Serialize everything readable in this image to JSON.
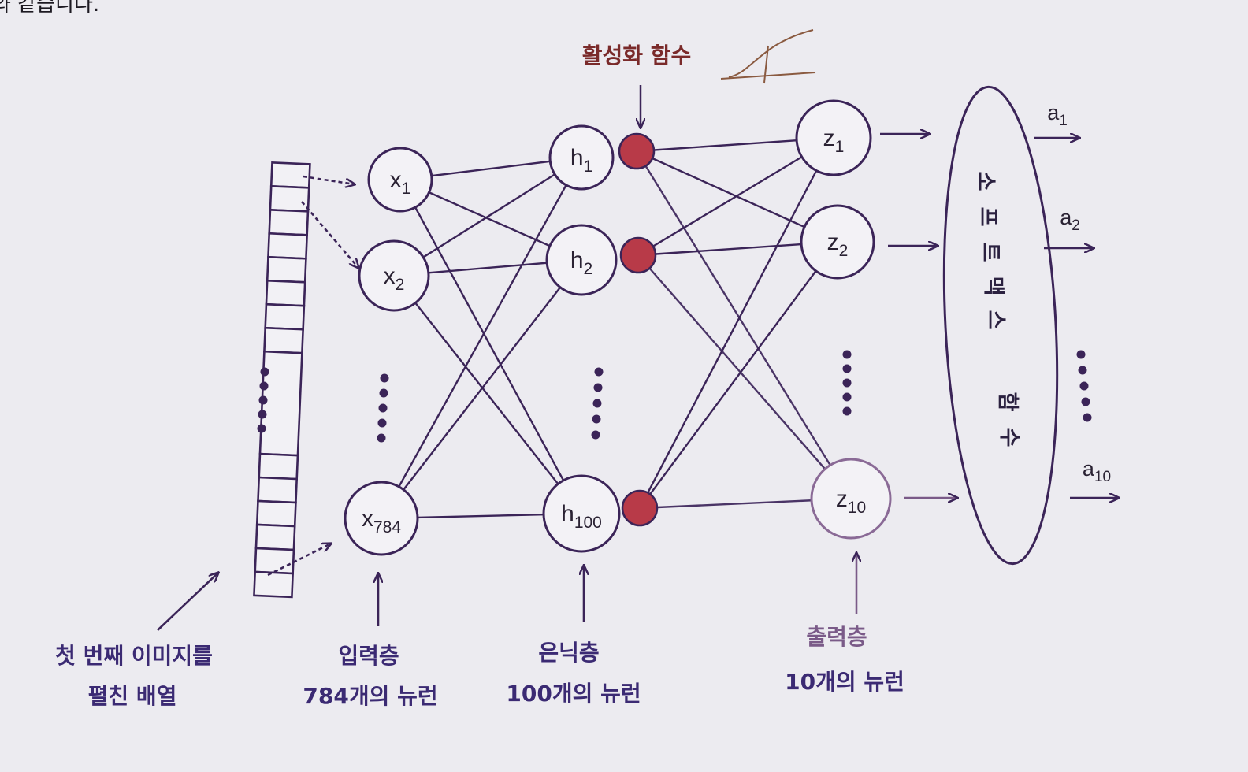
{
  "top_fragment": "와 같습니다.",
  "activation_label": "활성화 함수",
  "input_nodes": [
    {
      "id": "x1",
      "base": "x",
      "sub": "1"
    },
    {
      "id": "x2",
      "base": "x",
      "sub": "2"
    },
    {
      "id": "x784",
      "base": "x",
      "sub": "784"
    }
  ],
  "hidden_nodes": [
    {
      "id": "h1",
      "base": "h",
      "sub": "1"
    },
    {
      "id": "h2",
      "base": "h",
      "sub": "2"
    },
    {
      "id": "h100",
      "base": "h",
      "sub": "100"
    }
  ],
  "output_nodes": [
    {
      "id": "z1",
      "base": "z",
      "sub": "1"
    },
    {
      "id": "z2",
      "base": "z",
      "sub": "2"
    },
    {
      "id": "z10",
      "base": "z",
      "sub": "10"
    }
  ],
  "softmax_chars": [
    "소",
    "프",
    "트",
    "맥",
    "스",
    "",
    "함",
    "수"
  ],
  "outputs": [
    {
      "base": "a",
      "sub": "1"
    },
    {
      "base": "a",
      "sub": "2"
    },
    {
      "base": "a",
      "sub": "10"
    }
  ],
  "captions": {
    "array_line1": "첫 번째 이미지를",
    "array_line2": "펼친 배열",
    "input_line1": "입력층",
    "input_line2": "784개의 뉴런",
    "hidden_line1": "은닉층",
    "hidden_line2": "100개의 뉴런",
    "output_line1": "출력층",
    "output_line2": "10개의 뉴런"
  },
  "colors": {
    "ink": "#3b2458",
    "activation": "#b83a48",
    "caption": "#3b2a73",
    "paper": "#ecebf0"
  }
}
